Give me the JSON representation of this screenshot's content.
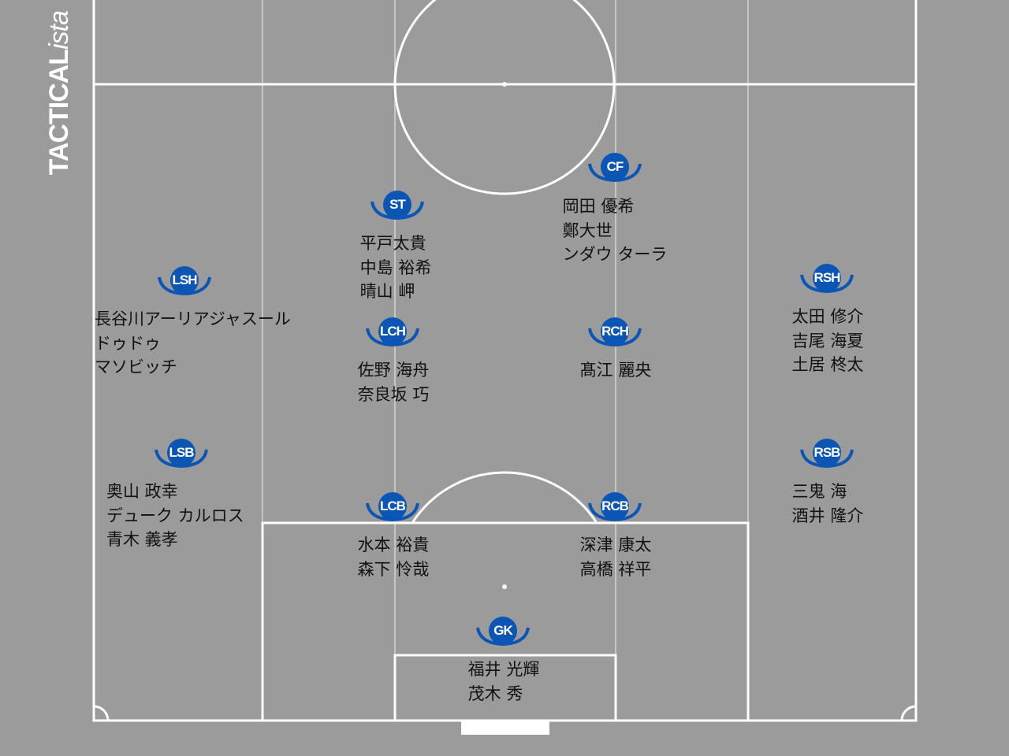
{
  "logo": {
    "strong": "TACTICAL",
    "italic": "ista"
  },
  "colors": {
    "field": "#9b9b9b",
    "lines": "#ffffff",
    "badge": "#0b55b5"
  },
  "positions": [
    {
      "id": "cf",
      "label": "CF",
      "names": [
        "岡田 優希",
        "鄭大世",
        "ンダウ ターラ"
      ]
    },
    {
      "id": "st",
      "label": "ST",
      "names": [
        "平戸太貴",
        "中島 裕希",
        "晴山 岬"
      ]
    },
    {
      "id": "lsh",
      "label": "LSH",
      "names": [
        "長谷川アーリアジャスール",
        "ドゥドゥ",
        "マソビッチ"
      ]
    },
    {
      "id": "rsh",
      "label": "RSH",
      "names": [
        "太田 修介",
        "吉尾 海夏",
        "土居 柊太"
      ]
    },
    {
      "id": "lch",
      "label": "LCH",
      "names": [
        "佐野 海舟",
        "奈良坂 巧"
      ]
    },
    {
      "id": "rch",
      "label": "RCH",
      "names": [
        "髙江 麗央"
      ]
    },
    {
      "id": "lsb",
      "label": "LSB",
      "names": [
        "奥山 政幸",
        "デューク カルロス",
        "青木 義孝"
      ]
    },
    {
      "id": "rsb",
      "label": "RSB",
      "names": [
        "三鬼 海",
        "酒井 隆介"
      ]
    },
    {
      "id": "lcb",
      "label": "LCB",
      "names": [
        "水本 裕貴",
        "森下 怜哉"
      ]
    },
    {
      "id": "rcb",
      "label": "RCB",
      "names": [
        "深津 康太",
        "高橋 祥平"
      ]
    },
    {
      "id": "gk",
      "label": "GK",
      "names": [
        "福井 光輝",
        "茂木 秀"
      ]
    }
  ]
}
